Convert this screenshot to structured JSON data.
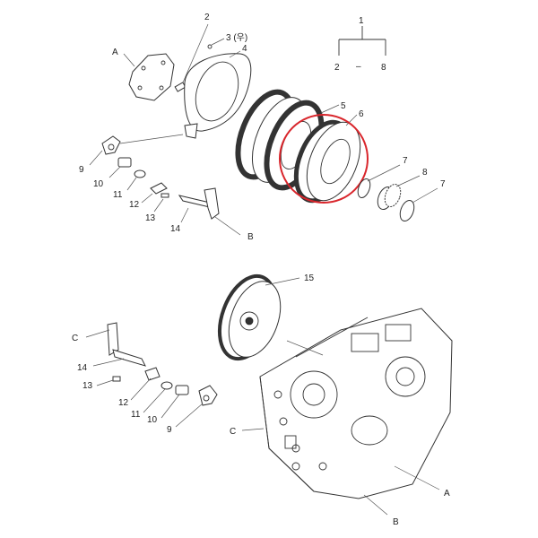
{
  "callouts": {
    "assembly_ref": "1",
    "range_start": "2",
    "range_dash": "–",
    "range_end": "8",
    "top": {
      "a": "A",
      "n2": "2",
      "n3": "3 (우)",
      "n4": "4",
      "n5": "5",
      "n6": "6",
      "n7a": "7",
      "n8": "8",
      "n7b": "7",
      "n9": "9",
      "n10": "10",
      "n11": "11",
      "n12": "12",
      "n13": "13",
      "n14": "14",
      "b": "B"
    },
    "bottom": {
      "n15": "15",
      "c": "C",
      "n14": "14",
      "n13": "13",
      "n12": "12",
      "n11": "11",
      "n10": "10",
      "n9": "9",
      "c_housing": "C",
      "a": "A",
      "b": "B"
    }
  },
  "highlight": {
    "color": "#d9262c"
  },
  "colors": {
    "line": "#333333",
    "background": "#ffffff"
  }
}
